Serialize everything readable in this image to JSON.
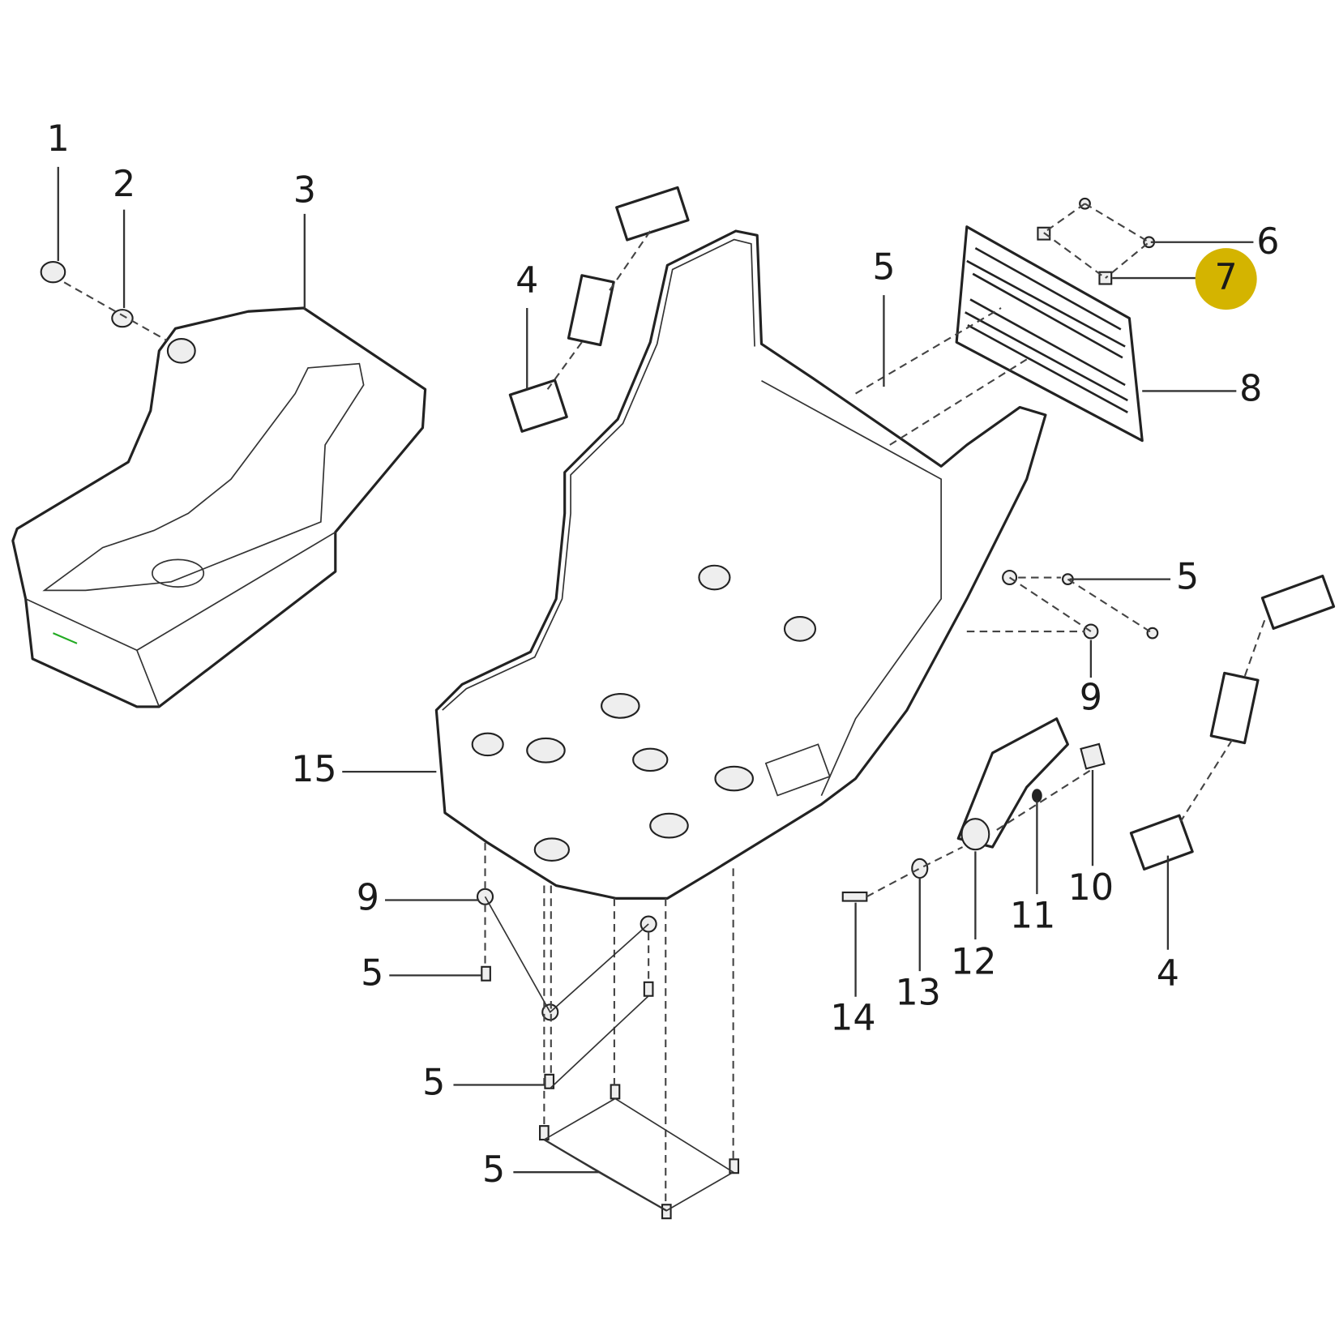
{
  "diagram": {
    "type": "exploded parts diagram",
    "highlight_color": "#d4b400",
    "highlighted_callout": "7",
    "callouts": [
      {
        "id": "c1",
        "text": "1"
      },
      {
        "id": "c2",
        "text": "2"
      },
      {
        "id": "c3",
        "text": "3"
      },
      {
        "id": "c4a",
        "text": "4"
      },
      {
        "id": "c5a",
        "text": "5"
      },
      {
        "id": "c6",
        "text": "6"
      },
      {
        "id": "c7",
        "text": "7"
      },
      {
        "id": "c8",
        "text": "8"
      },
      {
        "id": "c5b",
        "text": "5"
      },
      {
        "id": "c9a",
        "text": "9"
      },
      {
        "id": "c4b",
        "text": "4"
      },
      {
        "id": "c10",
        "text": "10"
      },
      {
        "id": "c11",
        "text": "11"
      },
      {
        "id": "c12",
        "text": "12"
      },
      {
        "id": "c13",
        "text": "13"
      },
      {
        "id": "c14",
        "text": "14"
      },
      {
        "id": "c15",
        "text": "15"
      },
      {
        "id": "c9b",
        "text": "9"
      },
      {
        "id": "c5c",
        "text": "5"
      },
      {
        "id": "c5d",
        "text": "5"
      },
      {
        "id": "c5e",
        "text": "5"
      }
    ]
  }
}
